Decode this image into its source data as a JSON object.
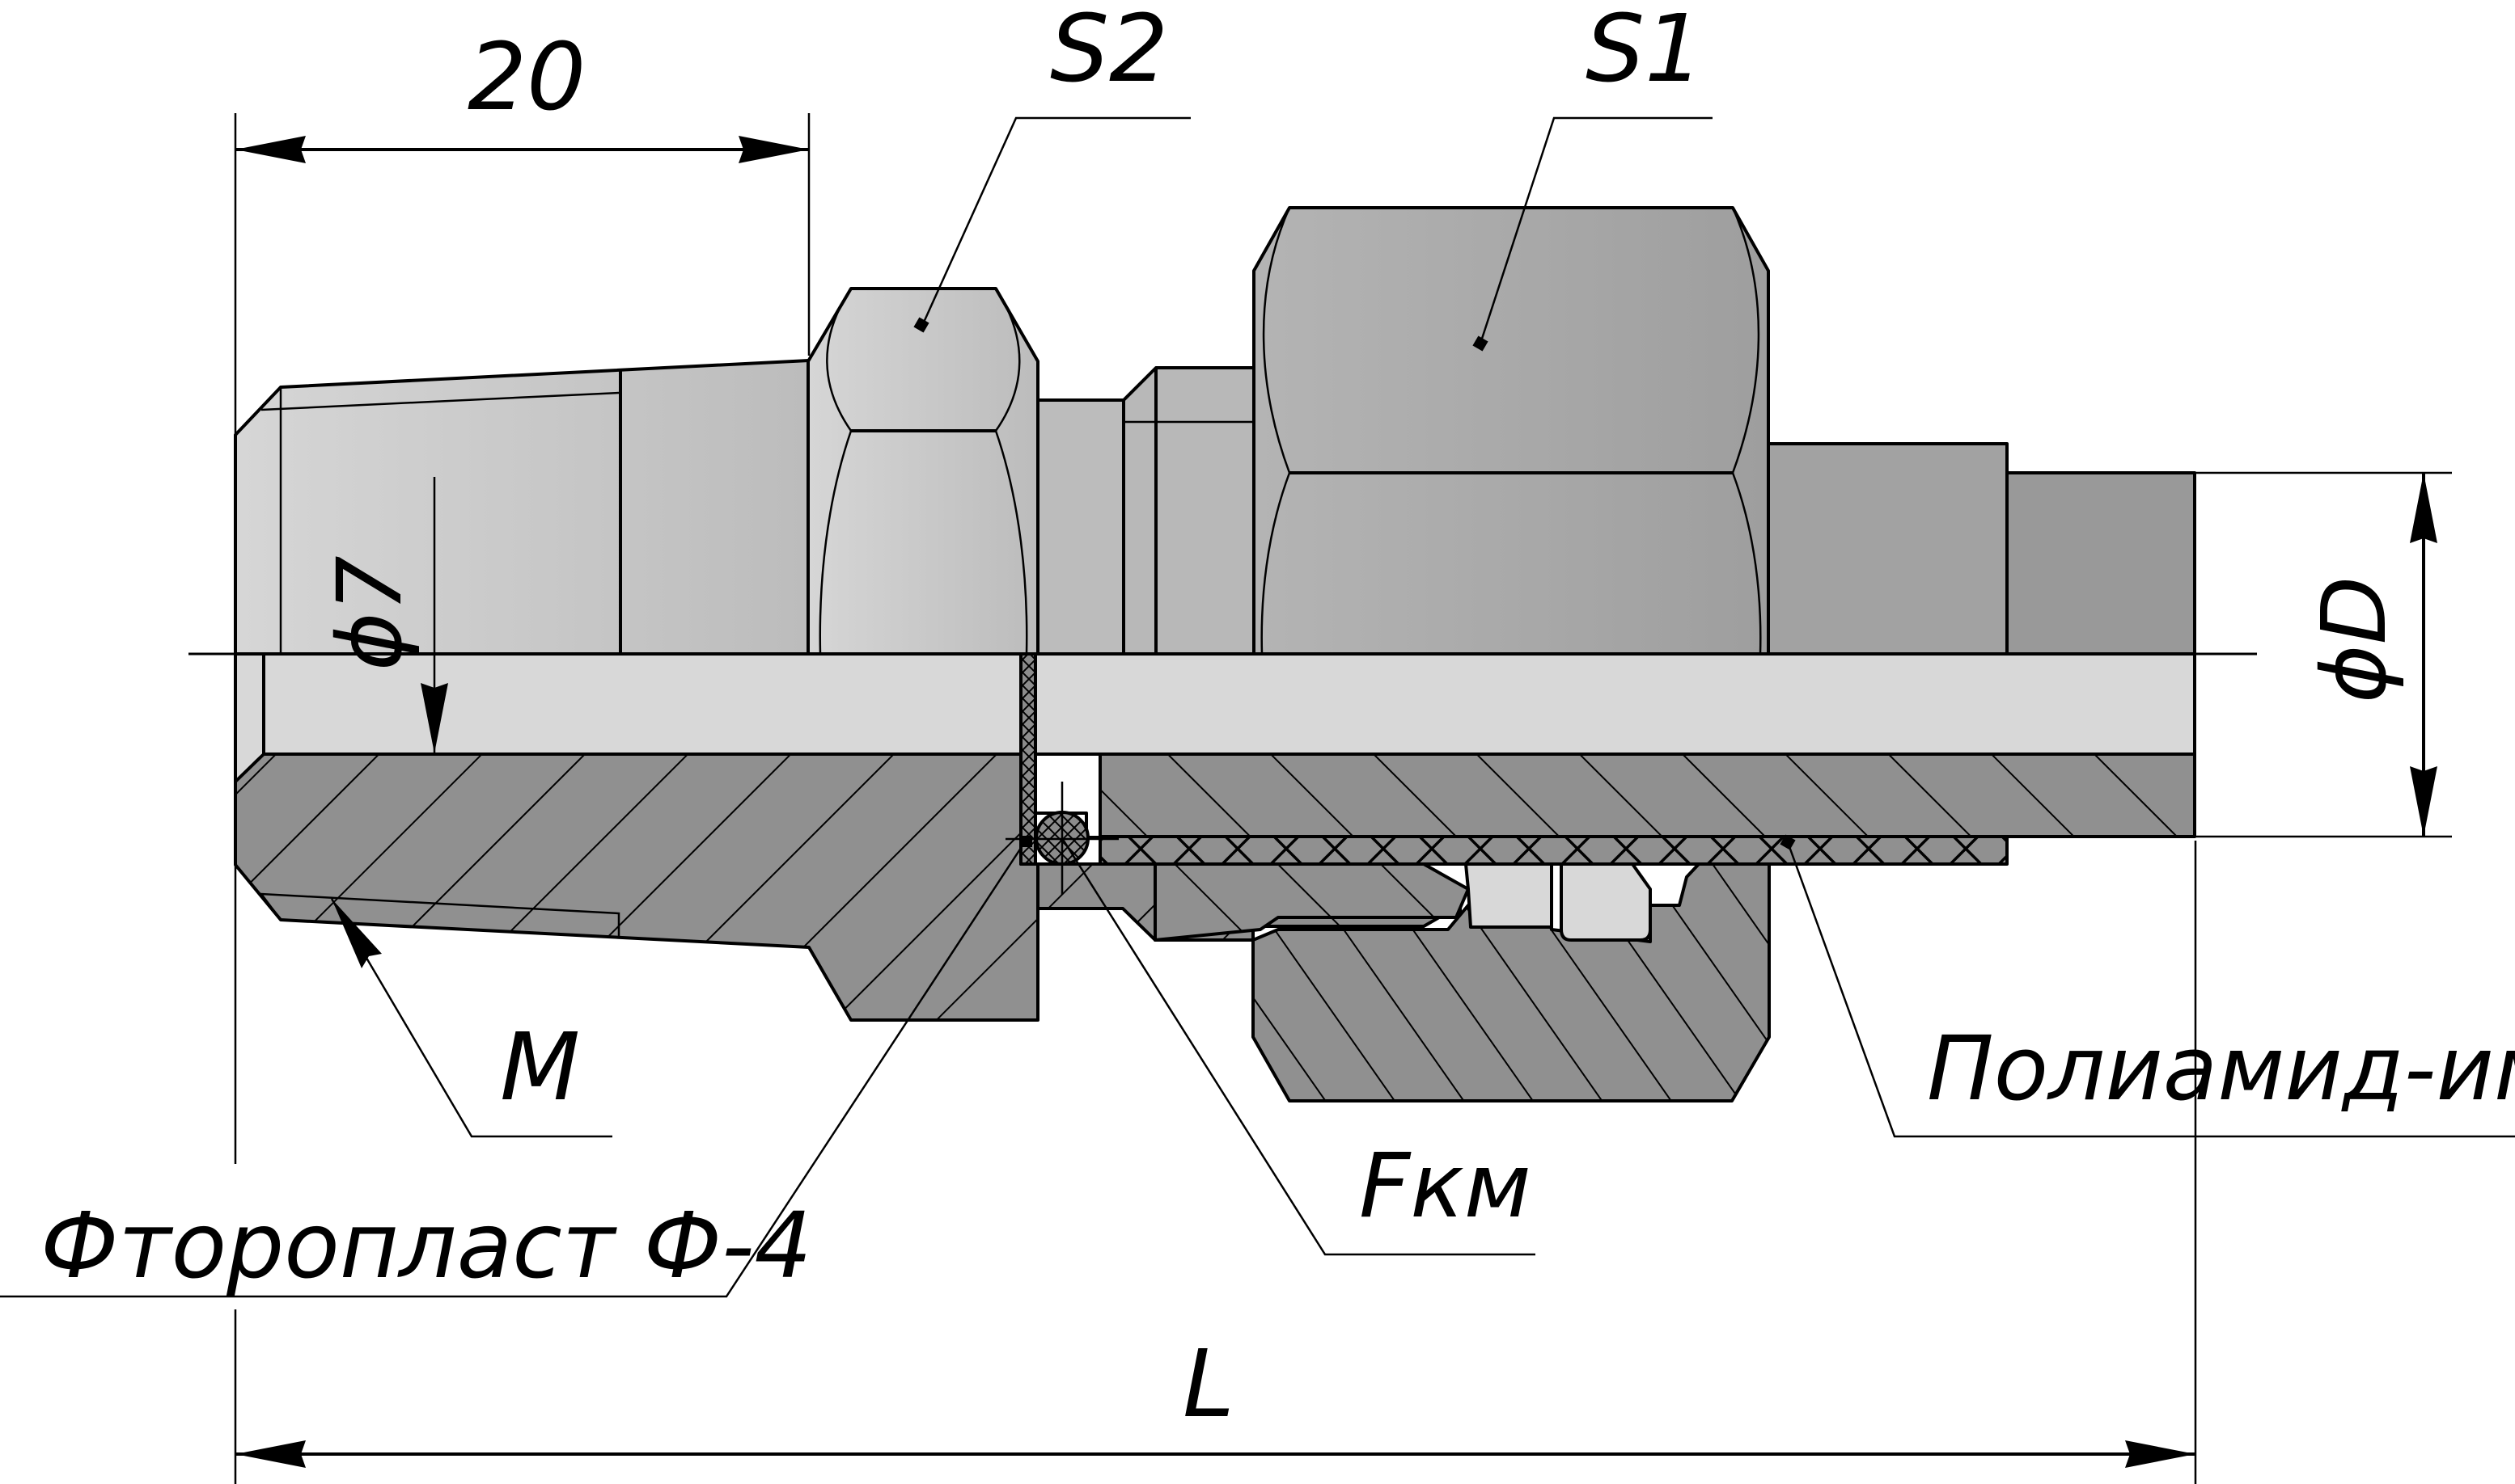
{
  "drawing": {
    "title": "Fitting cross-section",
    "labels": {
      "dim_20": "20",
      "s2": "S2",
      "s1": "S1",
      "phi7": "ϕ7",
      "phiD": "ϕD",
      "m": "M",
      "ptfe": "Фторопласт Ф-4",
      "fkm": "Fкм",
      "polyamide": "Полиамид-имид",
      "dim_L": "L"
    },
    "colors": {
      "light": "#d8d8d8",
      "body": "#c2c2c2",
      "nut": "#a9a9a9",
      "pipe": "#9a9a9a",
      "section": "#909090",
      "line": "#000000"
    }
  }
}
